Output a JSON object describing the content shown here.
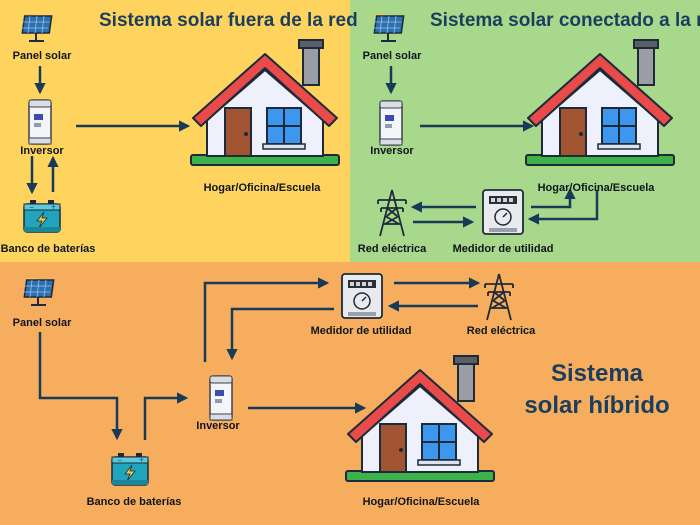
{
  "offgrid": {
    "title": "Sistema solar fuera de la red",
    "panel_label": "Panel solar",
    "inverter_label": "Inversor",
    "battery_label": "Banco de baterías",
    "home_label": "Hogar/Oficina/Escuela"
  },
  "ongrid": {
    "title": "Sistema solar conectado a la red",
    "panel_label": "Panel solar",
    "inverter_label": "Inversor",
    "home_label": "Hogar/Oficina/Escuela",
    "grid_label": "Red eléctrica",
    "meter_label": "Medidor de utilidad"
  },
  "hybrid": {
    "title_line1": "Sistema",
    "title_line2": "solar híbrido",
    "panel_label": "Panel solar",
    "inverter_label": "Inversor",
    "battery_label": "Banco de baterías",
    "home_label": "Hogar/Oficina/Escuela",
    "grid_label": "Red eléctrica",
    "meter_label": "Medidor de utilidad"
  },
  "colors": {
    "offgrid_bg": "#FFD45E",
    "ongrid_bg": "#A8D88C",
    "hybrid_bg": "#F6AE5E",
    "arrow": "#173B57",
    "title": "#1C3E5E"
  }
}
